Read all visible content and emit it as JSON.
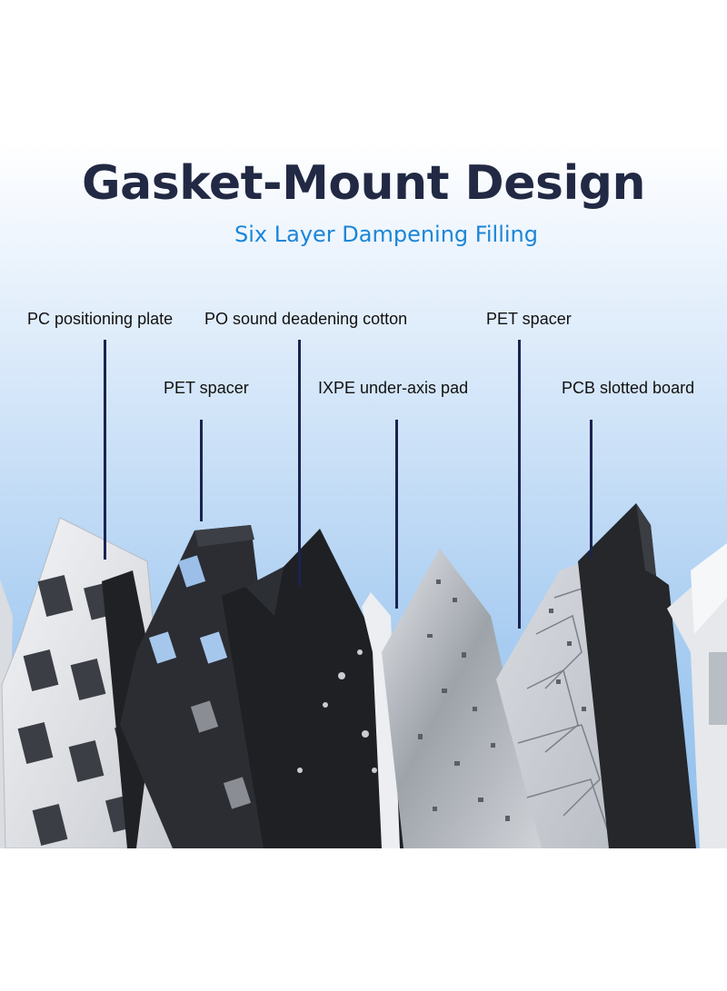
{
  "title": "Gasket-Mount Design",
  "subtitle": "Six Layer Dampening Filling",
  "layers": [
    {
      "label": "PC positioning plate",
      "color": "#e6e8ec"
    },
    {
      "label": "PET spacer",
      "color": "#2a2c31"
    },
    {
      "label": "PO sound deadening cotton",
      "color": "#1e2024"
    },
    {
      "label": "IXPE under-axis pad",
      "color": "#c2c6cc"
    },
    {
      "label": "PET spacer",
      "color": "#d6d9de"
    },
    {
      "label": "PCB slotted board",
      "color": "#26282c"
    }
  ],
  "colors": {
    "title": "#222944",
    "subtitle": "#1a86d9",
    "leader": "#1b2350"
  }
}
